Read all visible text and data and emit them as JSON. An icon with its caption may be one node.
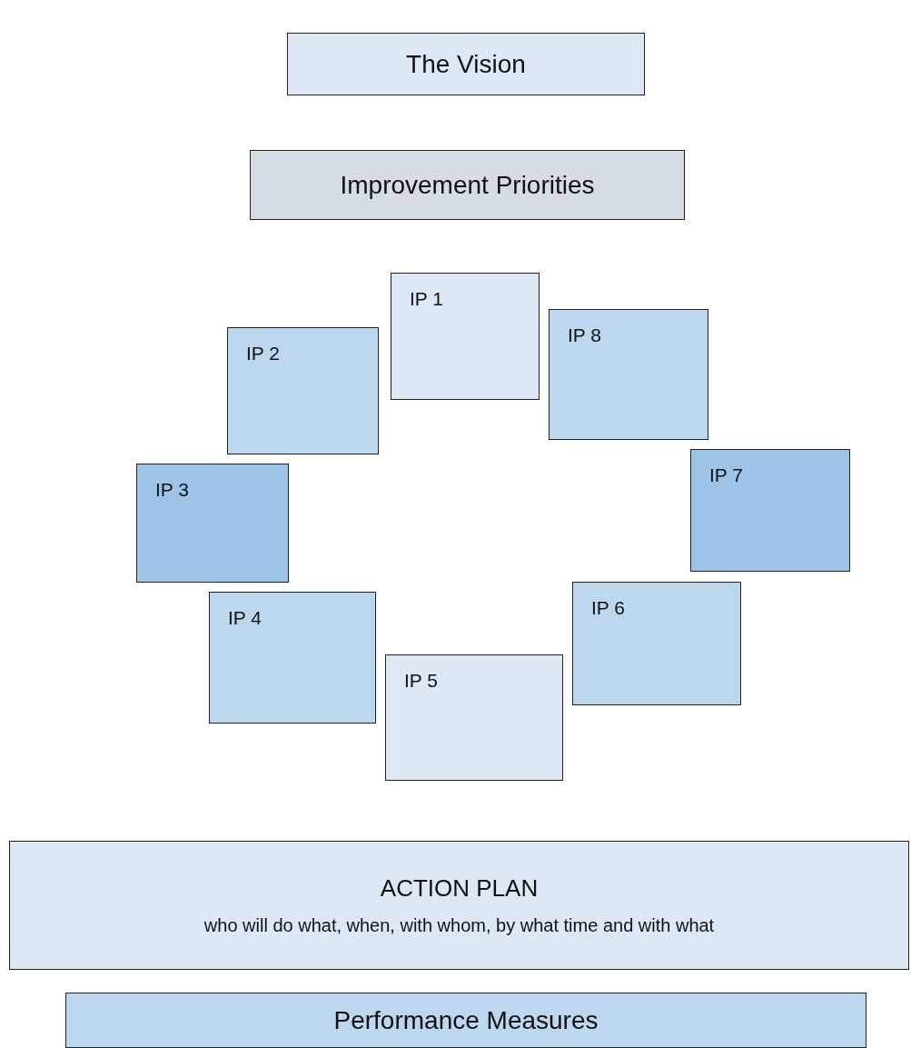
{
  "diagram": {
    "nodes": [
      {
        "text": [
          "The Vision"
        ]
      },
      {
        "text": [
          "Improvement Priorities"
        ]
      },
      {
        "text": [
          "IP 1"
        ]
      },
      {
        "text": [
          "IP 2"
        ]
      },
      {
        "text": [
          "IP 3"
        ]
      },
      {
        "text": [
          "IP 4"
        ]
      },
      {
        "text": [
          "IP 5"
        ]
      },
      {
        "text": [
          "IP 6"
        ]
      },
      {
        "text": [
          "IP 7"
        ]
      },
      {
        "text": [
          "IP 8"
        ]
      },
      {
        "text": [
          "ACTION PLAN",
          "who will do what, when, with whom, by what time and with what"
        ]
      },
      {
        "text": [
          "Performance Measures"
        ]
      }
    ],
    "edges": []
  }
}
